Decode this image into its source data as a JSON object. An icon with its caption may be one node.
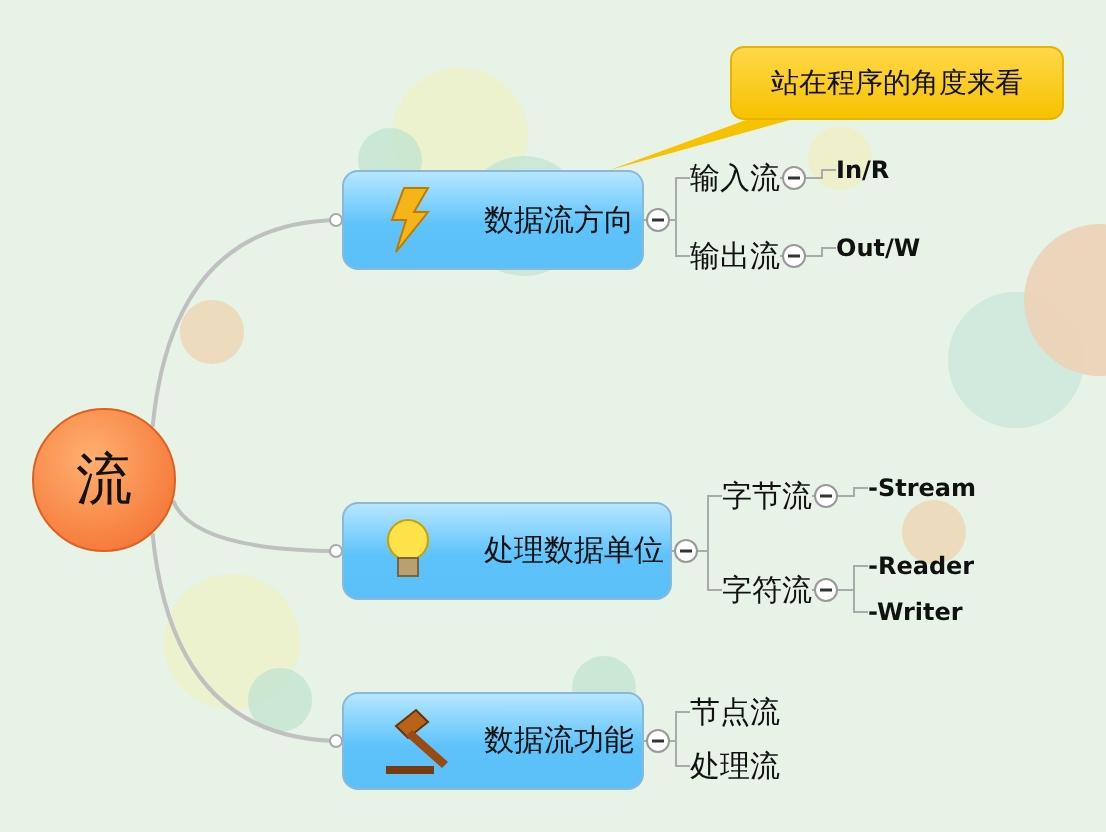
{
  "diagram": {
    "nodes": [
      {
        "text": [
          "流"
        ]
      },
      {
        "text": [
          "数据流方向"
        ]
      },
      {
        "text": [
          "处理数据单位"
        ]
      },
      {
        "text": [
          "数据流功能"
        ]
      },
      {
        "text": [
          "输入流"
        ]
      },
      {
        "text": [
          "输出流"
        ]
      },
      {
        "text": [
          "In/R"
        ]
      },
      {
        "text": [
          "Out/W"
        ]
      },
      {
        "text": [
          "字节流"
        ]
      },
      {
        "text": [
          "字符流"
        ]
      },
      {
        "text": [
          "-Stream"
        ]
      },
      {
        "text": [
          "-Reader"
        ]
      },
      {
        "text": [
          "-Writer"
        ]
      },
      {
        "text": [
          "节点流"
        ]
      },
      {
        "text": [
          "处理流"
        ]
      },
      {
        "text": [
          "站在程序的角度来看"
        ]
      }
    ],
    "edges": [
      {
        "from": 0,
        "to": 1,
        "arrow": "other"
      },
      {
        "from": 0,
        "to": 2,
        "arrow": "other"
      },
      {
        "from": 0,
        "to": 3,
        "arrow": "other"
      },
      {
        "from": 1,
        "to": 4,
        "arrow": "none"
      },
      {
        "from": 1,
        "to": 5,
        "arrow": "none"
      },
      {
        "from": 4,
        "to": 6,
        "arrow": "none"
      },
      {
        "from": 5,
        "to": 7,
        "arrow": "none"
      },
      {
        "from": 2,
        "to": 8,
        "arrow": "none"
      },
      {
        "from": 2,
        "to": 9,
        "arrow": "none"
      },
      {
        "from": 8,
        "to": 10,
        "arrow": "none"
      },
      {
        "from": 9,
        "to": 11,
        "arrow": "none"
      },
      {
        "from": 9,
        "to": 12,
        "arrow": "none"
      },
      {
        "from": 3,
        "to": 13,
        "arrow": "none"
      },
      {
        "from": 3,
        "to": 14,
        "arrow": "none"
      },
      {
        "from": 15,
        "to": 1,
        "arrow": "none"
      }
    ]
  }
}
